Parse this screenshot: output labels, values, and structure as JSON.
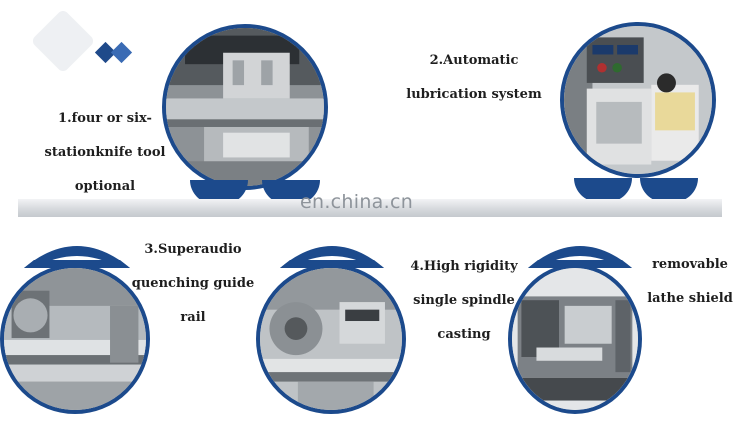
{
  "features": [
    {
      "lines": [
        "1.four or six-",
        "stationknife tool",
        "optional"
      ]
    },
    {
      "lines": [
        "2.Automatic",
        "lubrication system"
      ]
    },
    {
      "lines": [
        "3.Superaudio",
        "quenching guide",
        "rail"
      ]
    },
    {
      "lines": [
        "4.High rigidity",
        "single spindle",
        "casting"
      ]
    },
    {
      "lines": [
        "removable",
        "lathe shield"
      ]
    }
  ],
  "watermark": "en.china.cn",
  "colors": {
    "accent": "#1c4a8c",
    "band": "#d6d9dd",
    "text": "#1e1e1e",
    "watermark": "#8e949b"
  }
}
